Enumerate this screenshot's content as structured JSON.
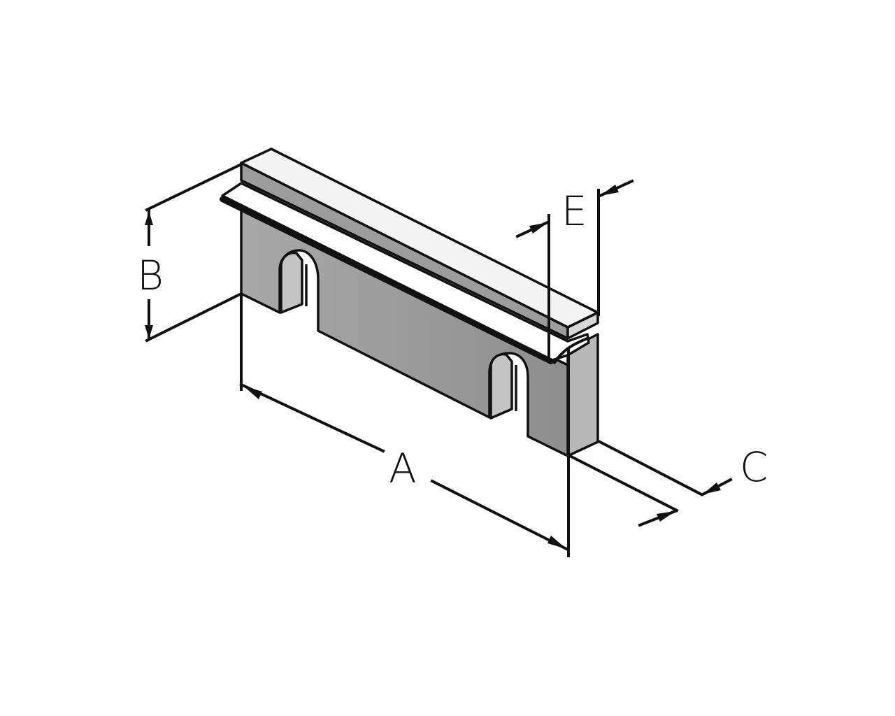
{
  "diagram": {
    "type": "isometric dimension drawing",
    "labels": {
      "a": "A",
      "b": "B",
      "c": "C",
      "e": "E"
    },
    "colors": {
      "line": "#111111",
      "top_face": "#f4f4f4",
      "front_face": "#9a9a9a",
      "side_face": "#b8b8b8",
      "post": "#c4c4c4"
    }
  }
}
